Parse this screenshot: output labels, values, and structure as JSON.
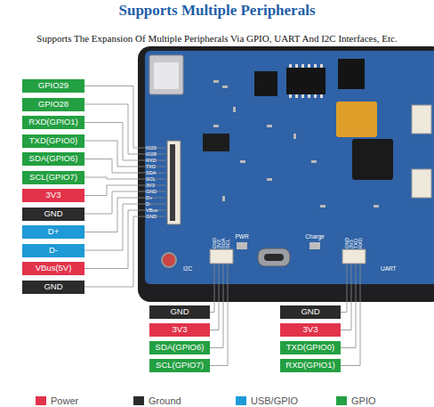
{
  "diagram": {
    "title": "Supports Multiple Peripherals",
    "nodes": [
      {
        "text": [
          "GPIO29"
        ]
      },
      {
        "text": [
          "GPIO28"
        ]
      },
      {
        "text": [
          "RXD(GPIO1)"
        ]
      },
      {
        "text": [
          "TXD(GPIO0)"
        ]
      },
      {
        "text": [
          "SDA(GPIO6)"
        ]
      },
      {
        "text": [
          "SCL(GPIO7)"
        ]
      },
      {
        "text": [
          "3V3"
        ]
      },
      {
        "text": [
          "GND"
        ]
      },
      {
        "text": [
          "D+"
        ]
      },
      {
        "text": [
          "D-"
        ]
      },
      {
        "text": [
          "VBus(5V)"
        ]
      },
      {
        "text": [
          "GND"
        ]
      },
      {
        "text": [
          "GND"
        ]
      },
      {
        "text": [
          "3V3"
        ]
      },
      {
        "text": [
          "SDA(GPIO6)"
        ]
      },
      {
        "text": [
          "SCL(GPIO7)"
        ]
      },
      {
        "text": [
          "GND"
        ]
      },
      {
        "text": [
          "3V3"
        ]
      },
      {
        "text": [
          "TXD(GPIO0)"
        ]
      },
      {
        "text": [
          "RXD(GPIO1)"
        ]
      }
    ],
    "labels": [
      "Supports The Expansion Of Multiple Peripherals Via GPIO, UART And I2C Interfaces, Etc.",
      "IO29",
      "IO28",
      "RXD",
      "TXD",
      "SDA",
      "SCL",
      "3V3",
      "GND",
      "D+",
      "D-",
      "VBus",
      "GND",
      "GND",
      "3V3",
      "SDA",
      "SCL",
      "I2C",
      "PWR",
      "Charge",
      "GND",
      "3V3",
      "TXD",
      "RXD",
      "UART"
    ],
    "legend": [
      {
        "text": "Power",
        "color": "#e2334b"
      },
      {
        "text": "Ground",
        "color": "#2b2b2b"
      },
      {
        "text": "USB/GPIO",
        "color": "#1e9ad6"
      },
      {
        "text": "GPIO",
        "color": "#23a041"
      }
    ]
  }
}
